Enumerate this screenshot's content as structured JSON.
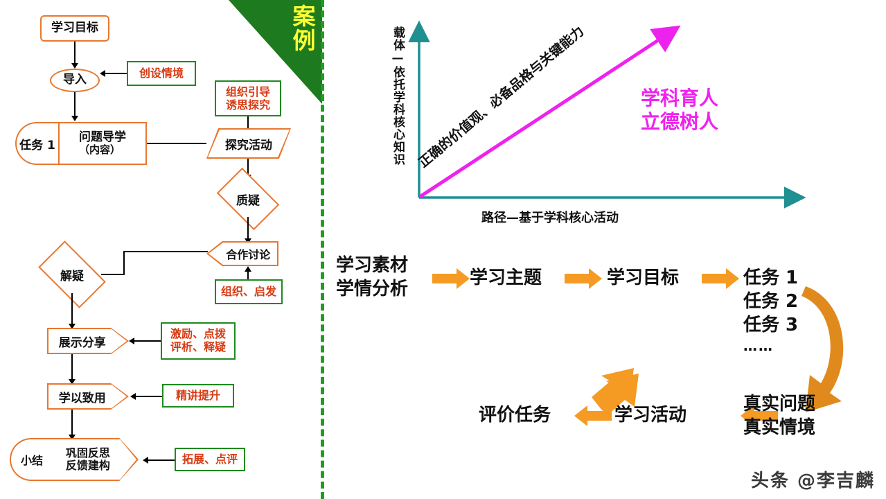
{
  "banner": {
    "label": "案例"
  },
  "flowchart": {
    "nodes": {
      "goal": "学习目标",
      "intro": "导入",
      "task1_cap": "任务 1",
      "task1_body_line1": "问题导学",
      "task1_body_line2": "（内容）",
      "inquiry": "探究活动",
      "question": "质疑",
      "discuss": "合作讨论",
      "resolve": "解疑",
      "share": "展示分享",
      "apply": "学以致用",
      "summary_cap": "小结",
      "summary_line1": "巩固反思",
      "summary_line2": "反馈建构"
    },
    "notes": {
      "create_context": "创设情境",
      "organize_guide_line1": "组织引导",
      "organize_guide_line2": "诱思探究",
      "organize_inspire": "组织、启发",
      "encourage_line1": "激励、点拨",
      "encourage_line2": "评析、释疑",
      "refine": "精讲提升",
      "extend": "拓展、点评"
    }
  },
  "chart_data": {
    "type": "line",
    "title": "",
    "xlabel": "路径—基于学科核心活动",
    "ylabel": "载体—依托学科核心知识",
    "annotation": "正确的价值观、必备品格与关键能力",
    "slogan_line1": "学科育人",
    "slogan_line2": "立德树人",
    "series": [
      {
        "name": "正确的价值观、必备品格与关键能力",
        "x": [
          0,
          1
        ],
        "y": [
          0,
          1
        ],
        "color": "#ee22ee"
      }
    ],
    "xlim": [
      0,
      1
    ],
    "ylim": [
      0,
      1
    ],
    "grid": false,
    "legend": "none",
    "axis_color": "#1f8f92"
  },
  "cycle": {
    "step1_line1": "学习素材",
    "step1_line2": "学情分析",
    "step2": "学习主题",
    "step3": "学习目标",
    "step4_line1": "任务 1",
    "step4_line2": "任务 2",
    "step4_line3": "任务 3",
    "step4_line4": "……",
    "step5_line1": "真实问题",
    "step5_line2": "真实情境",
    "step6": "学习活动",
    "step7": "评价任务"
  },
  "watermark": "头条 @李吉麟",
  "colors": {
    "node_border": "#e8772e",
    "note_border": "#1e8a1e",
    "note_text": "#d83a12",
    "banner_bg": "#1e7a1e",
    "banner_text": "#ffff33",
    "axis": "#1f8f92",
    "magenta": "#ee22ee",
    "orange_arrow": "#f59a23",
    "divider": "#1e9e1e"
  }
}
